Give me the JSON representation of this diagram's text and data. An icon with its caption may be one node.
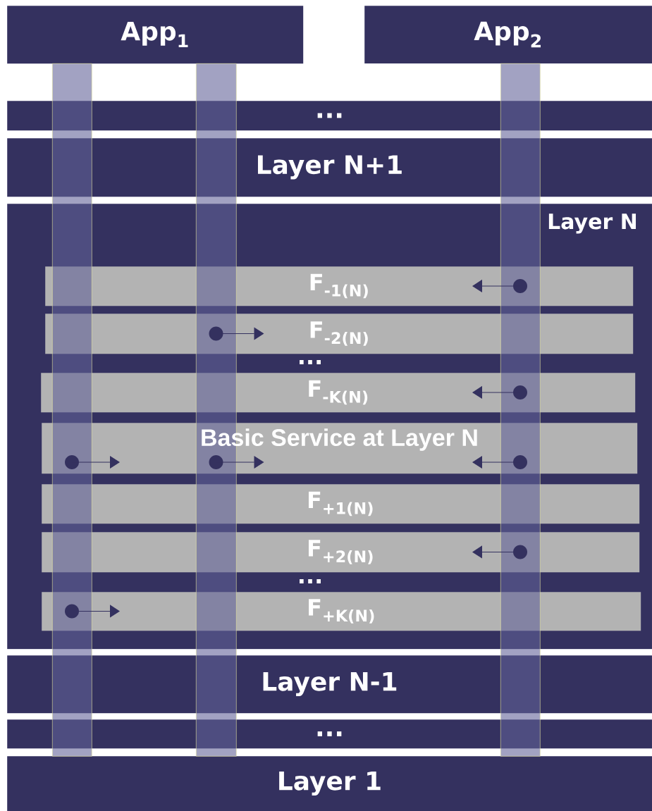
{
  "diagram": {
    "nodes": [
      {
        "text": [
          "App$_{1}$"
        ]
      },
      {
        "text": [
          "App$_{2}$"
        ]
      },
      {
        "text": [
          "..."
        ]
      },
      {
        "text": [
          "Layer N+1"
        ]
      },
      {
        "text": [
          "Layer N"
        ]
      },
      {
        "text": [
          "F$_{-1(N)}$"
        ],
        "in": 4
      },
      {
        "text": [
          "F$_{-2(N)}$"
        ],
        "in": 4
      },
      {
        "text": [
          "F$_{-K(N)}$"
        ],
        "in": 4
      },
      {
        "text": [
          "Basic Service at Layer N"
        ],
        "in": 4
      },
      {
        "text": [
          "F$_{+1(N)}$"
        ],
        "in": 4
      },
      {
        "text": [
          "F$_{+2(N)}$"
        ],
        "in": 4
      },
      {
        "text": [
          "F$_{+K(N)}$"
        ],
        "in": 4
      },
      {
        "text": [
          "Layer N-1"
        ]
      },
      {
        "text": [
          "..."
        ]
      },
      {
        "text": [
          "Layer 1"
        ]
      },
      {
        "text": [],
        "shape": "bar"
      },
      {
        "text": [],
        "shape": "bar"
      },
      {
        "text": [],
        "shape": "bar"
      }
    ],
    "edges": [
      {
        "from": 17,
        "to": 5,
        "arrow": "to"
      },
      {
        "from": 16,
        "to": 6,
        "arrow": "to"
      },
      {
        "from": 17,
        "to": 7,
        "arrow": "to"
      },
      {
        "from": 15,
        "to": 8,
        "arrow": "to"
      },
      {
        "from": 16,
        "to": 8,
        "arrow": "to"
      },
      {
        "from": 17,
        "to": 8,
        "arrow": "to"
      },
      {
        "from": 17,
        "to": 10,
        "arrow": "to"
      },
      {
        "from": 15,
        "to": 11,
        "arrow": "to"
      }
    ],
    "labels": [
      "...",
      "..."
    ]
  }
}
